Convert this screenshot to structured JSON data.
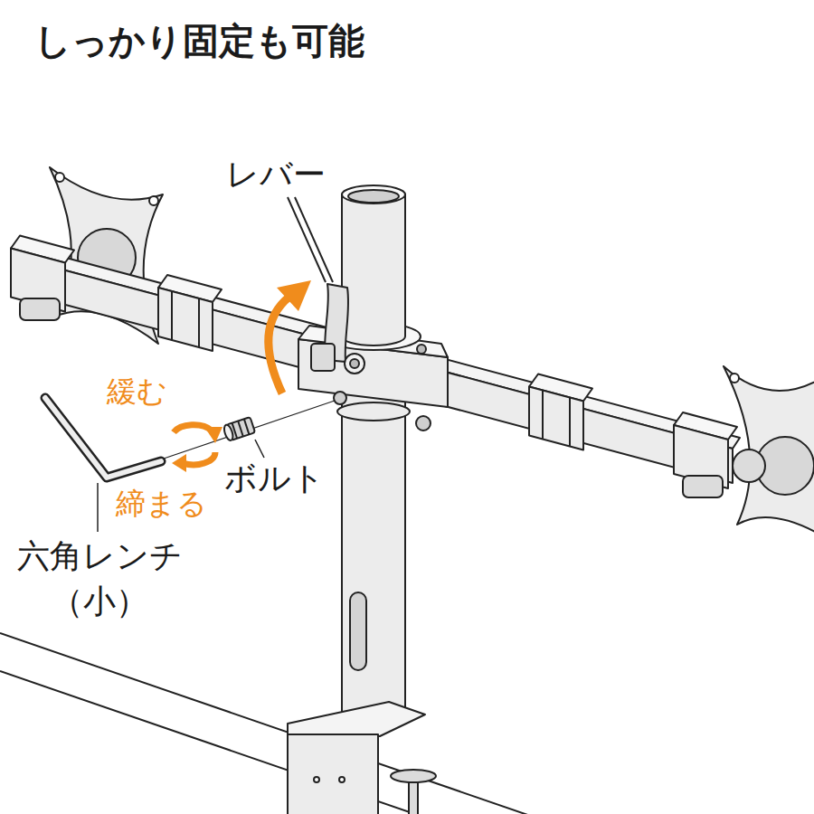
{
  "diagram": {
    "title": "しっかり固定も可能",
    "labels": [
      "レバー",
      "緩む",
      "ボルト",
      "締まる",
      "六角レンチ （小）"
    ]
  }
}
